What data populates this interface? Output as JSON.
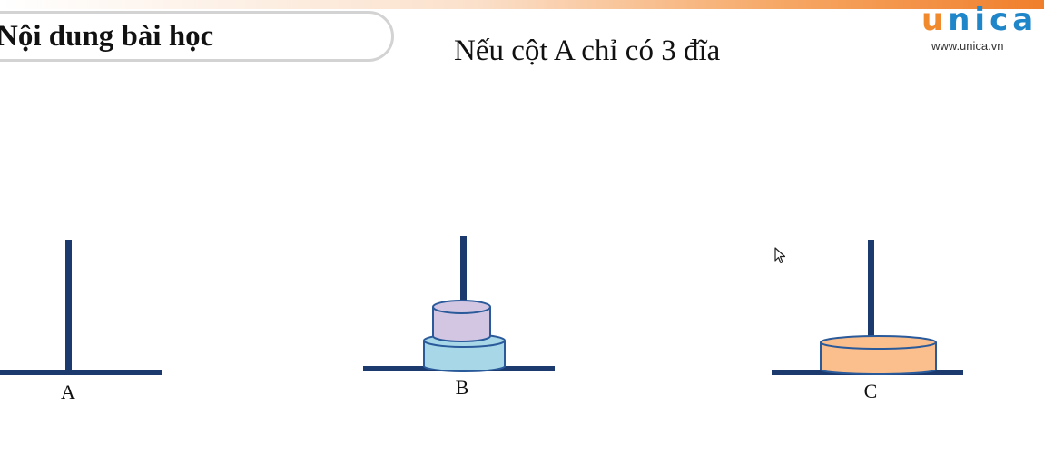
{
  "header": {
    "section_title": "Nội dung bài học",
    "heading": "Nếu cột A chỉ có 3 đĩa"
  },
  "logo": {
    "wordmark_u": "u",
    "wordmark_rest": "nica",
    "url": "www.unica.vn"
  },
  "pegs": [
    {
      "label": "A",
      "disks": []
    },
    {
      "label": "B",
      "disks": [
        {
          "size": "medium",
          "color": "#a8d8e8"
        },
        {
          "size": "small",
          "color": "#d2c6e2"
        }
      ]
    },
    {
      "label": "C",
      "disks": [
        {
          "size": "large",
          "color": "#fbbf8d"
        }
      ]
    }
  ],
  "colors": {
    "peg": "#1c3a6e",
    "accent": "#f08a2c",
    "brand": "#1f86c9"
  },
  "icons": [
    "mouse-cursor-icon"
  ]
}
